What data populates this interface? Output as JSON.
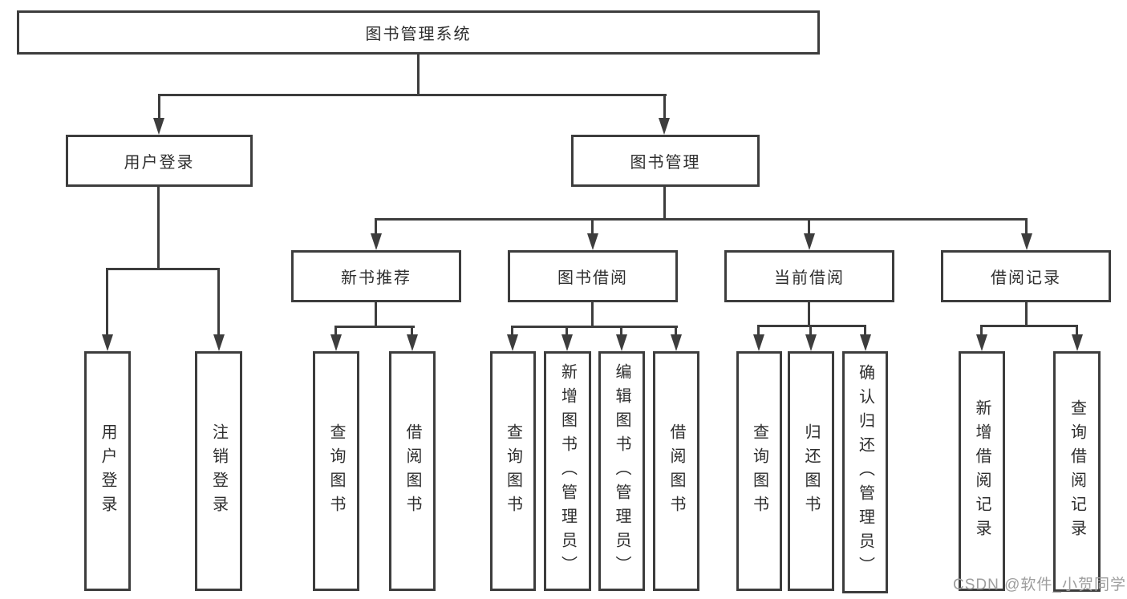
{
  "diagram": {
    "type": "tree",
    "colors": {
      "line": "#3d3d3d",
      "text": "#2e2e2e",
      "watermark": "#9e9e9e",
      "background": "#ffffff"
    },
    "nodes": {
      "root": {
        "label": "图书管理系统",
        "parent": null
      },
      "user_login": {
        "label": "用户登录",
        "parent": "root"
      },
      "book_mgmt": {
        "label": "图书管理",
        "parent": "root"
      },
      "user_login_leaf": {
        "label": "用户登录",
        "parent": "user_login"
      },
      "logout_leaf": {
        "label": "注销登录",
        "parent": "user_login"
      },
      "new_book_rec": {
        "label": "新书推荐",
        "parent": "book_mgmt"
      },
      "book_borrow": {
        "label": "图书借阅",
        "parent": "book_mgmt"
      },
      "current_borrow": {
        "label": "当前借阅",
        "parent": "book_mgmt"
      },
      "borrow_record": {
        "label": "借阅记录",
        "parent": "book_mgmt"
      },
      "nb_query_book": {
        "label": "查询图书",
        "parent": "new_book_rec"
      },
      "nb_borrow_book": {
        "label": "借阅图书",
        "parent": "new_book_rec"
      },
      "bb_query_book": {
        "label": "查询图书",
        "parent": "book_borrow"
      },
      "bb_add_book": {
        "label": "新增图书（管理员）",
        "parent": "book_borrow"
      },
      "bb_edit_book": {
        "label": "编辑图书（管理员）",
        "parent": "book_borrow"
      },
      "bb_borrow_book": {
        "label": "借阅图书",
        "parent": "book_borrow"
      },
      "cb_query_book": {
        "label": "查询图书",
        "parent": "current_borrow"
      },
      "cb_return_book": {
        "label": "归还图书",
        "parent": "current_borrow"
      },
      "cb_confirm_return": {
        "label": "确认归还（管理员）",
        "parent": "current_borrow"
      },
      "br_add_record": {
        "label": "新增借阅记录",
        "parent": "borrow_record"
      },
      "br_query_record": {
        "label": "查询借阅记录",
        "parent": "borrow_record"
      }
    }
  },
  "watermark": {
    "text": "CSDN @软件_小贺同学"
  }
}
